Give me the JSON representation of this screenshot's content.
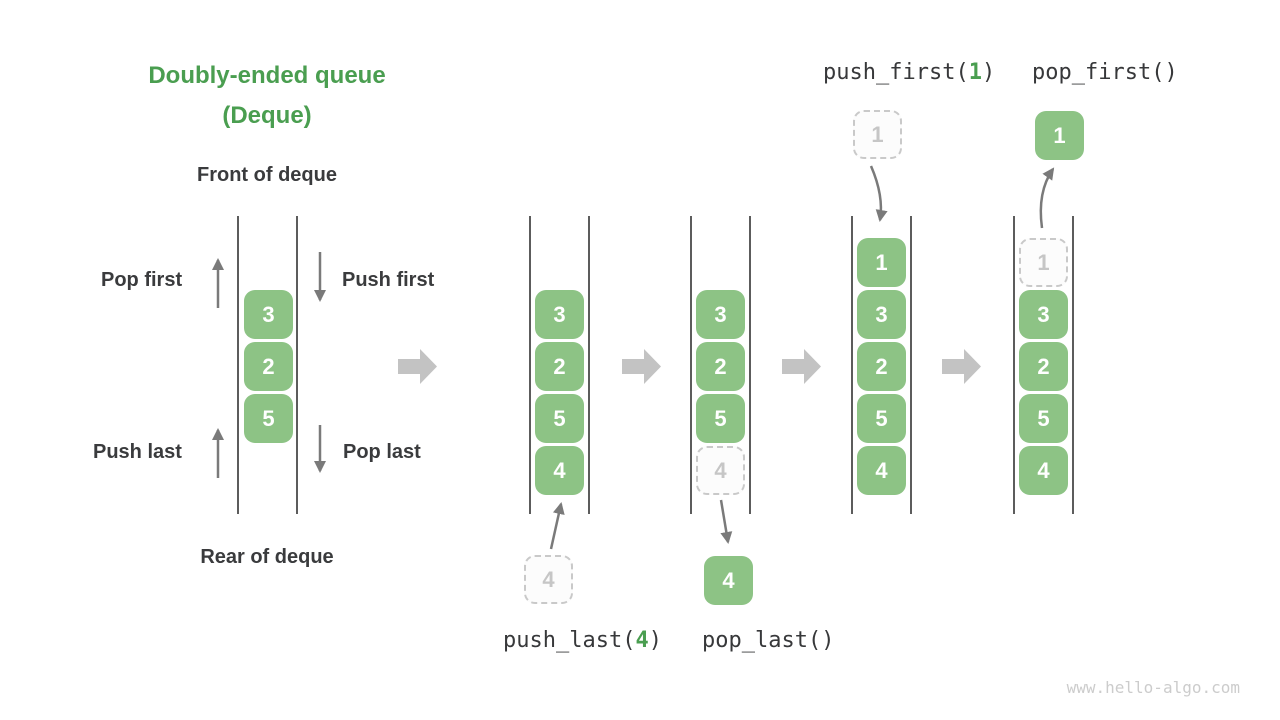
{
  "title": {
    "line1": "Doubly-ended queue",
    "line2": "(Deque)"
  },
  "deque_labels": {
    "front": "Front of deque",
    "rear": "Rear of deque",
    "pop_first": "Pop first",
    "push_first": "Push first",
    "push_last": "Push last",
    "pop_last": "Pop last"
  },
  "operations": {
    "push_first_name": "push_first(",
    "push_first_arg": "1",
    "push_first_close": ")",
    "pop_first": "pop_first()",
    "push_last_name": "push_last(",
    "push_last_arg": "4",
    "push_last_close": ")",
    "pop_last": "pop_last()"
  },
  "queues": {
    "demo": {
      "cells": [
        "3",
        "2",
        "5"
      ]
    },
    "push_last_before": {
      "cells": [
        "3",
        "2",
        "5",
        "4"
      ],
      "incoming": "4"
    },
    "pop_last_after": {
      "cells": [
        "3",
        "2",
        "5"
      ],
      "removed": "4",
      "outgoing": "4"
    },
    "push_first_after": {
      "cells": [
        "1",
        "3",
        "2",
        "5",
        "4"
      ],
      "incoming": "1"
    },
    "pop_first_after": {
      "cells": [
        "3",
        "2",
        "5",
        "4"
      ],
      "removed": "1",
      "outgoing": "1"
    }
  },
  "colors": {
    "accent_green": "#4a9e50",
    "cell_green": "#8dc385",
    "dashed_gray": "#c9c9c9",
    "thin_arrow_gray": "#7a7a7a",
    "block_arrow_gray": "#c3c3c3",
    "text_dark": "#3a3b3d"
  },
  "watermark": "www.hello-algo.com"
}
